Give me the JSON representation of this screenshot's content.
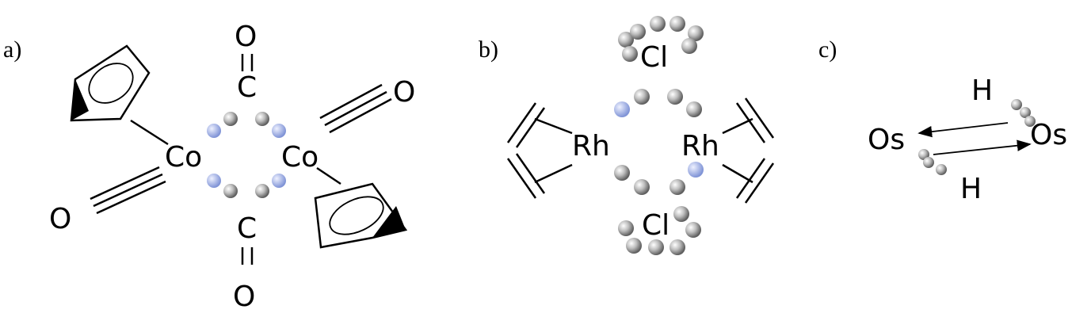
{
  "panels": {
    "a": {
      "label": "a)",
      "co_left": "Co",
      "co_right": "Co",
      "c_top": "C",
      "c_bottom": "C",
      "o_top": "O",
      "o_bottom": "O",
      "o_left": "O",
      "o_right": "O"
    },
    "b": {
      "label": "b)",
      "rh_left": "Rh",
      "rh_right": "Rh",
      "cl_top": "Cl",
      "cl_bottom": "Cl"
    },
    "c": {
      "label": "c)",
      "os_left": "Os",
      "os_right": "Os",
      "h_top": "H",
      "h_bottom": "H"
    }
  },
  "colors": {
    "gray_orbital": "#9a9a9a",
    "blue_orbital": "#8d9fd8"
  }
}
